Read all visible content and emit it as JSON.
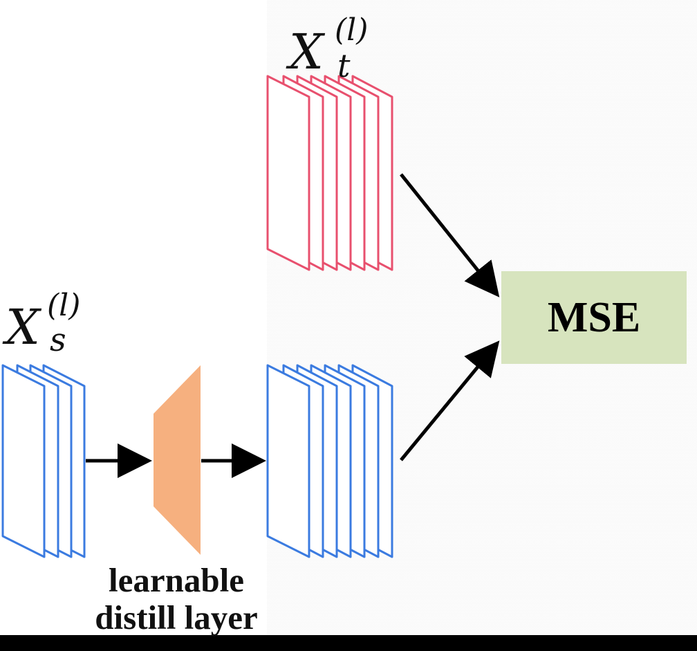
{
  "diagram": {
    "teacher_label": {
      "base": "X",
      "superscript": "(l)",
      "subscript": "t"
    },
    "student_label": {
      "base": "X",
      "superscript": "(l)",
      "subscript": "s"
    },
    "loss_box": {
      "label": "MSE",
      "color": "#d7e4be"
    },
    "distill_caption": {
      "line1": "learnable",
      "line2": "distill layer"
    },
    "colors": {
      "teacher_maps": "#e8506e",
      "student_maps": "#3b7be0",
      "distill_layer": "#f6b07f",
      "arrows": "#000000",
      "background": "#ffffff"
    },
    "icons": {
      "teacher_stack": "feature-map-stack-icon",
      "student_stack": "feature-map-stack-icon",
      "distill_layer": "trapezoid-layer-icon",
      "arrows": "arrow-right-icon"
    }
  }
}
